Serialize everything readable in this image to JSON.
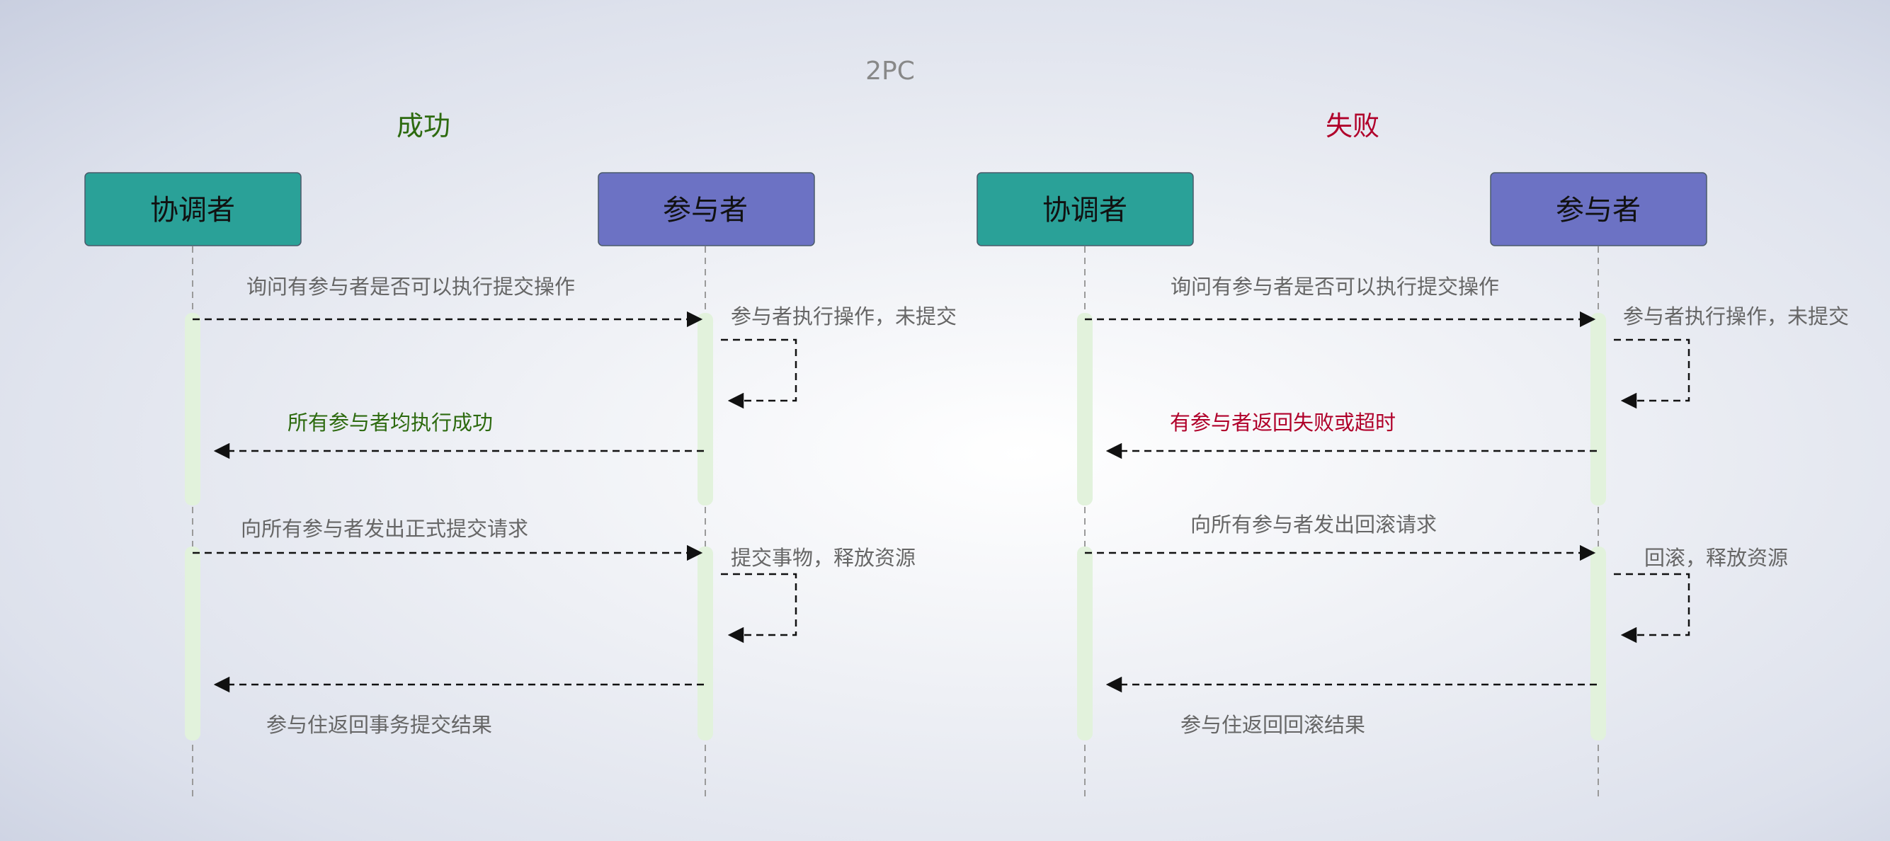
{
  "title": "2PC",
  "success": {
    "heading": "成功",
    "coordinator": "协调者",
    "participant": "参与者",
    "messages": {
      "ask": "询问有参与者是否可以执行提交操作",
      "execute": "参与者执行操作，未提交",
      "reply": "所有参与者均执行成功",
      "commit": "向所有参与者发出正式提交请求",
      "release": "提交事物，释放资源",
      "result": "参与住返回事务提交结果"
    }
  },
  "failure": {
    "heading": "失败",
    "coordinator": "协调者",
    "participant": "参与者",
    "messages": {
      "ask": "询问有参与者是否可以执行提交操作",
      "execute": "参与者执行操作，未提交",
      "reply": "有参与者返回失败或超时",
      "rollback": "向所有参与者发出回滚请求",
      "release": "回滚，释放资源",
      "result": "参与住返回回滚结果"
    }
  },
  "colors": {
    "coordinator_box": "#2aa198",
    "participant_box": "#6c72c4",
    "success_heading": "#2d6a0f",
    "failure_heading": "#b0002a",
    "success_reply": "#2d6a0f",
    "failure_reply": "#b0002a"
  }
}
